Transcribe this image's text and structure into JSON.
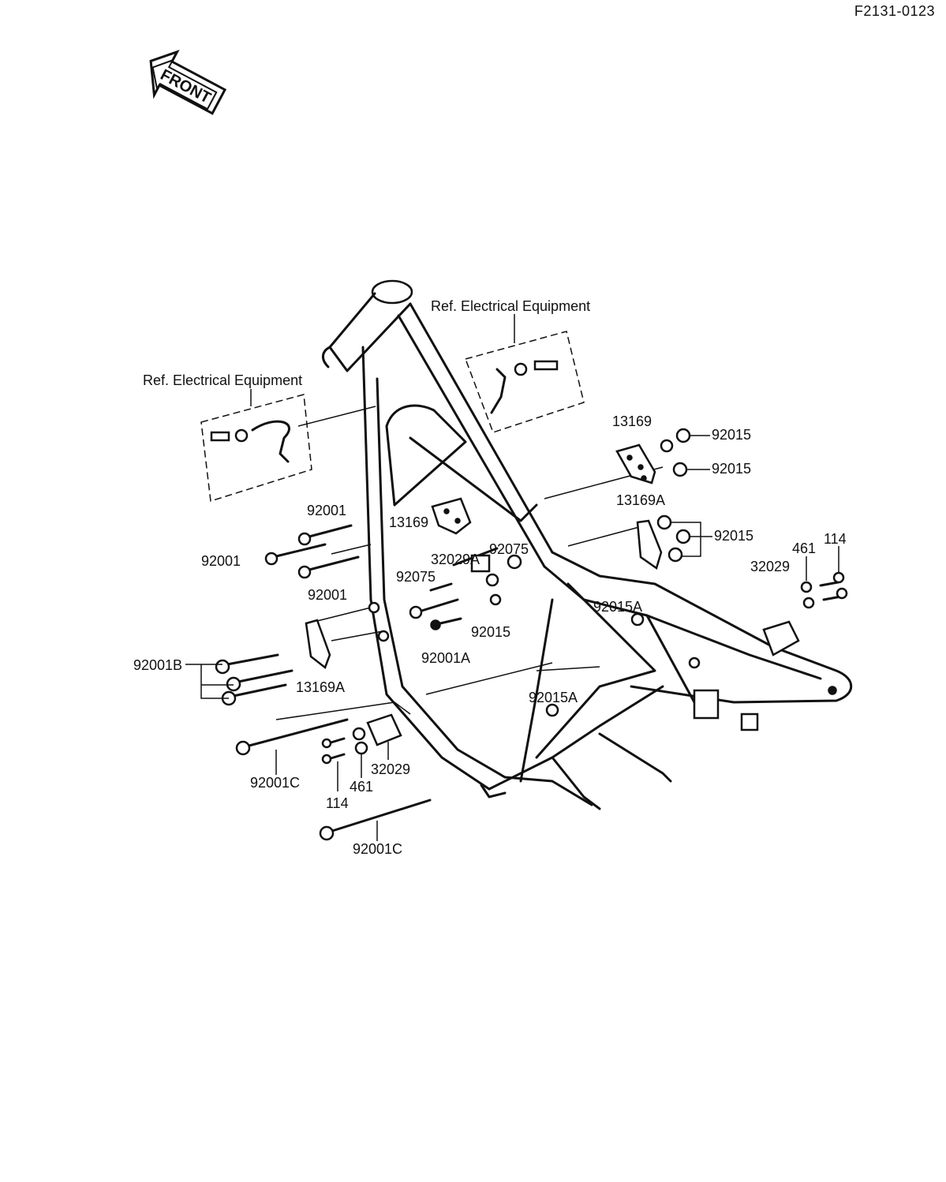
{
  "document_code": "F2131-0123",
  "front_badge": "FRONT",
  "ref_labels": {
    "top": "Ref. Electrical Equipment",
    "left": "Ref. Electrical Equipment"
  },
  "part_labels": {
    "p13169_top": "13169",
    "p92015_a": "92015",
    "p92015_b": "92015",
    "p13169A_right": "13169A",
    "p92015_c": "92015",
    "p461_right": "461",
    "p114_right": "114",
    "p32029_right": "32029",
    "p92001_top": "92001",
    "p92001_mid": "92001",
    "p92001_low": "92001",
    "p13169_mid": "13169",
    "p32029A": "32029A",
    "p92075_a": "92075",
    "p92075_b": "92075",
    "p92015A_right": "92015A",
    "p92015_d": "92015",
    "p92001A": "92001A",
    "p92001B": "92001B",
    "p13169A_left": "13169A",
    "p92015A_low": "92015A",
    "p92001C_a": "92001C",
    "p32029_low": "32029",
    "p461_low": "461",
    "p114_low": "114",
    "p92001C_b": "92001C"
  }
}
